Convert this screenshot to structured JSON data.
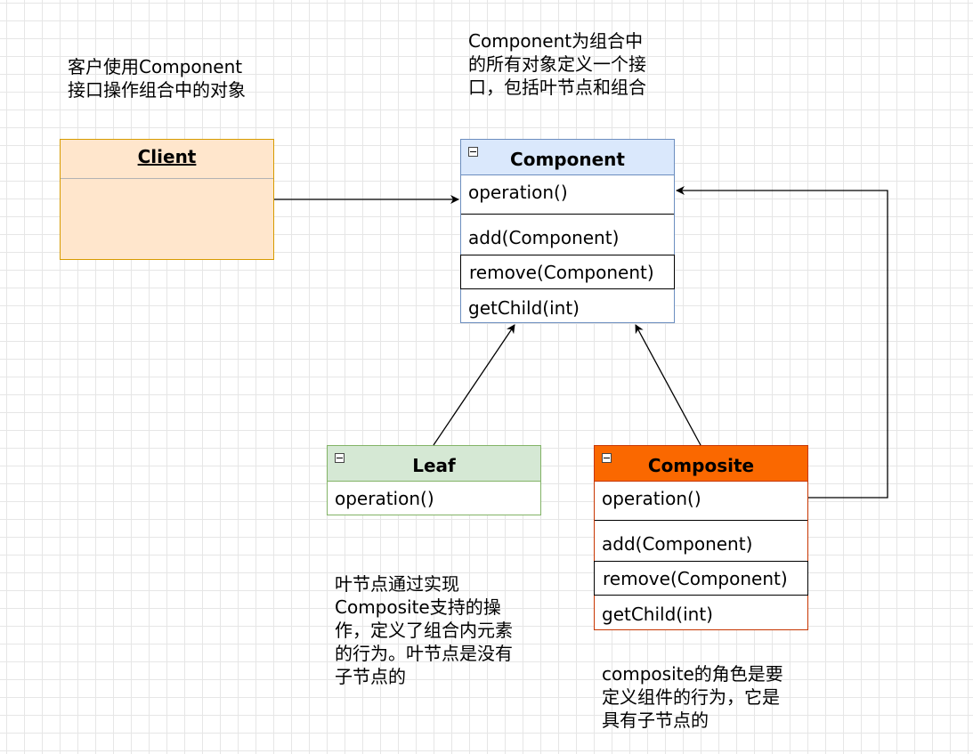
{
  "notes": {
    "client_note": "客户使用Component\n接口操作组合中的对象",
    "component_note": "Component为组合中\n的所有对象定义一个接\n口，包括叶节点和组合",
    "leaf_note": "叶节点通过实现\nComposite支持的操\n作，定义了组合内元素\n的行为。叶节点是没有\n子节点的",
    "composite_note": "composite的角色是要\n定义组件的行为，它是\n具有子节点的"
  },
  "client": {
    "title": "Client"
  },
  "component": {
    "title": "Component",
    "ops": [
      "operation()",
      "add(Component)",
      "remove(Component)",
      "getChild(int)"
    ]
  },
  "leaf": {
    "title": "Leaf",
    "ops": [
      "operation()"
    ]
  },
  "composite": {
    "title": "Composite",
    "ops": [
      "operation()",
      "add(Component)",
      "remove(Component)",
      "getChild(int)"
    ]
  },
  "colors": {
    "client_fill": "#ffe6cc",
    "client_stroke": "#d79b00",
    "component_fill": "#dae8fc",
    "component_stroke": "#6c8ebf",
    "leaf_fill": "#d5e8d4",
    "leaf_stroke": "#82b366",
    "composite_fill": "#fa6800",
    "composite_stroke": "#c73500"
  }
}
